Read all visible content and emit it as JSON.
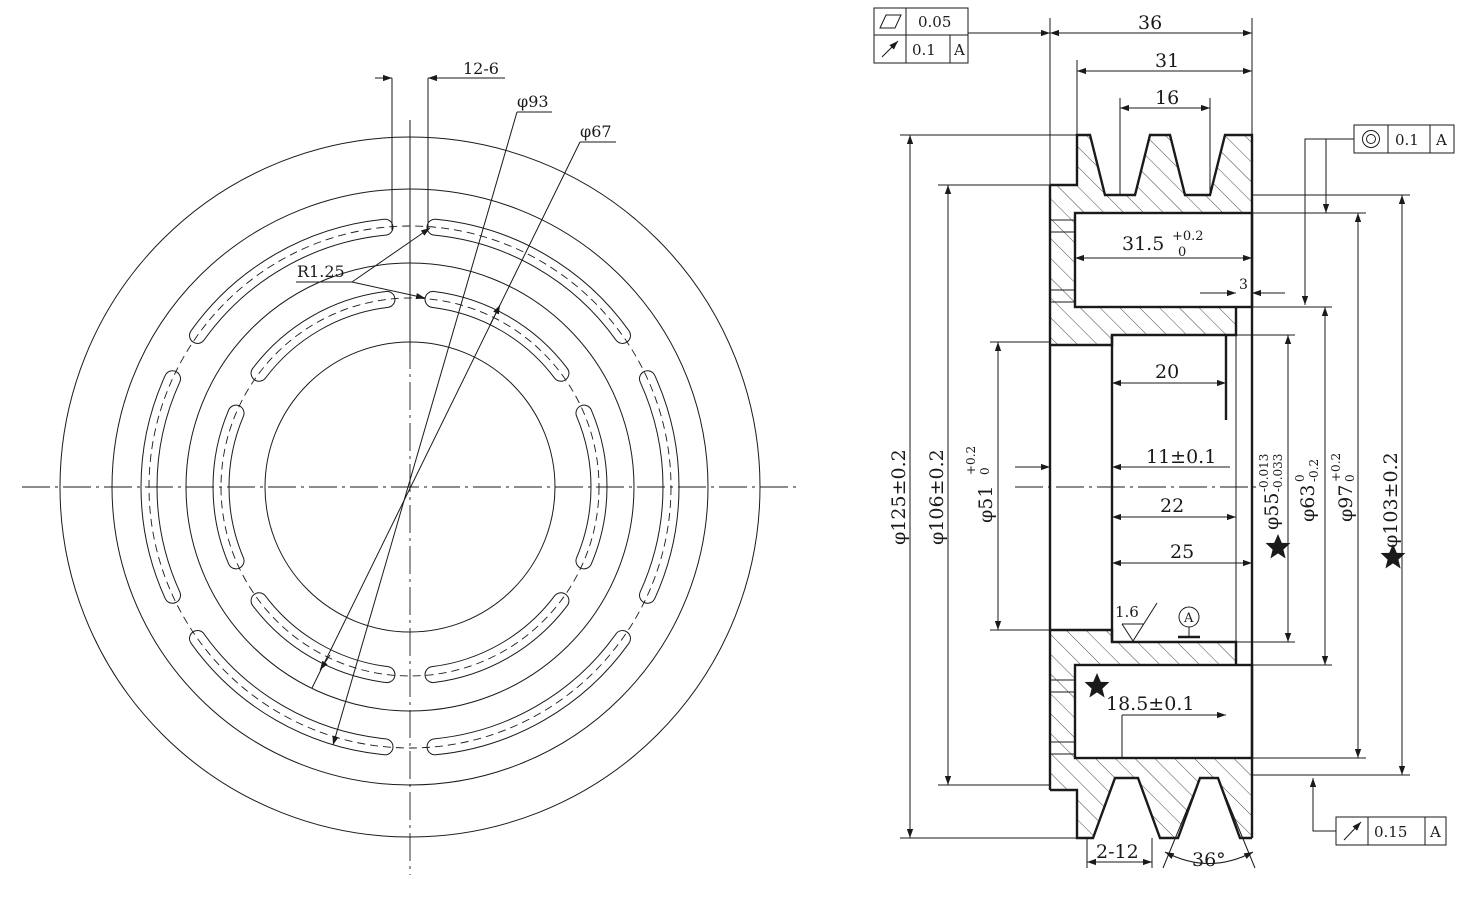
{
  "front_view": {
    "dim_slot_width": "12-6",
    "dim_dia_outer_slots": "φ93",
    "dim_dia_inner_slots": "φ67",
    "dim_radius": "R1.25"
  },
  "section_view": {
    "flatness": {
      "symbol": "flatness-icon",
      "value": "0.05"
    },
    "runout_top": {
      "symbol": "circular-runout-icon",
      "value": "0.1",
      "datum": "A"
    },
    "concentricity": {
      "symbol": "concentricity-icon",
      "value": "0.1",
      "datum": "A"
    },
    "runout_bottom": {
      "symbol": "circular-runout-icon",
      "value": "0.15",
      "datum": "A"
    },
    "dim_width_36": "36",
    "dim_width_31": "31",
    "dim_groove_pitch": "16",
    "dim_recess_depth": "31.5",
    "dim_recess_depth_tol_upper": "+0.2",
    "dim_recess_depth_tol_lower": "0",
    "dim_3": "3",
    "dim_20": "20",
    "dim_11": "11±0.1",
    "dim_22": "22",
    "dim_25": "25",
    "dim_18_5": "18.5±0.1",
    "dim_groove_top": "2-12",
    "dim_angle": "36°",
    "dia_125": "φ125±0.2",
    "dia_106": "φ106±0.2",
    "dia_51": "φ51",
    "dia_51_tol_upper": "+0.2",
    "dia_51_tol_lower": "0",
    "dia_55": "φ55",
    "dia_55_tol_upper": "-0.013",
    "dia_55_tol_lower": "-0.033",
    "dia_63": "φ63",
    "dia_63_tol_upper": "0",
    "dia_63_tol_lower": "-0.2",
    "dia_97": "φ97",
    "dia_97_tol_upper": "+0.2",
    "dia_97_tol_lower": "0",
    "dia_103": "φ103±0.2",
    "roughness": "1.6",
    "datum_label": "A"
  }
}
